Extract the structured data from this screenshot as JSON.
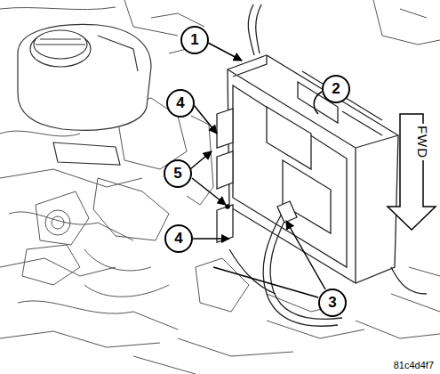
{
  "diagram": {
    "labels": [
      "1",
      "2",
      "4",
      "5",
      "4",
      "3",
      "FWD",
      "81c4d4f7"
    ]
  }
}
